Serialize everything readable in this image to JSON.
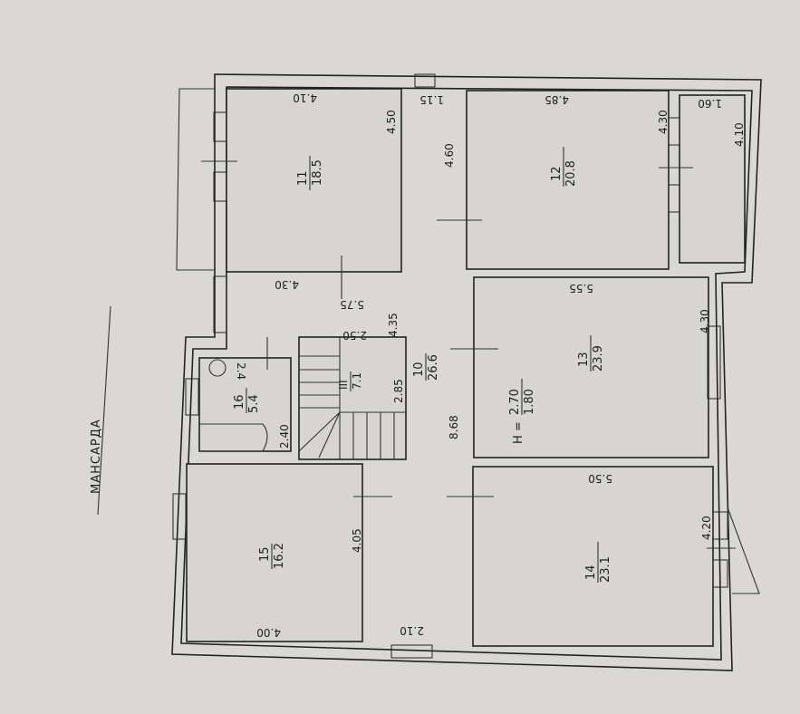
{
  "plan": {
    "title": "МАНСАРДА",
    "height_label": "H =",
    "height_top": "2.70",
    "height_bottom": "1.80"
  },
  "rooms": [
    {
      "number": "11",
      "area": "18.5",
      "width": "4.10",
      "length": "4.50",
      "extra": "4.30"
    },
    {
      "number": "12",
      "area": "20.8",
      "width": "4.85",
      "length": "4.30"
    },
    {
      "number": "",
      "area": "",
      "width": "1.60",
      "length": "4.10"
    },
    {
      "number": "13",
      "area": "23.9",
      "width": "5.55",
      "length": "4.30"
    },
    {
      "number": "14",
      "area": "23.1",
      "width": "5.50",
      "length": "4.20"
    },
    {
      "number": "15",
      "area": "16.2",
      "width": "4.00",
      "length": "4.05"
    },
    {
      "number": "16",
      "area": "5.4",
      "width": "2.4",
      "length": "2.40"
    },
    {
      "number": "III",
      "area": "7.1",
      "width": "2.50",
      "length": "2.85"
    },
    {
      "number": "10",
      "area": "26.6",
      "width": "1.15",
      "length": "4.60"
    }
  ],
  "corridor_dims": {
    "a": "5.75",
    "b": "4.35",
    "c": "8.68",
    "d": "2.10"
  }
}
